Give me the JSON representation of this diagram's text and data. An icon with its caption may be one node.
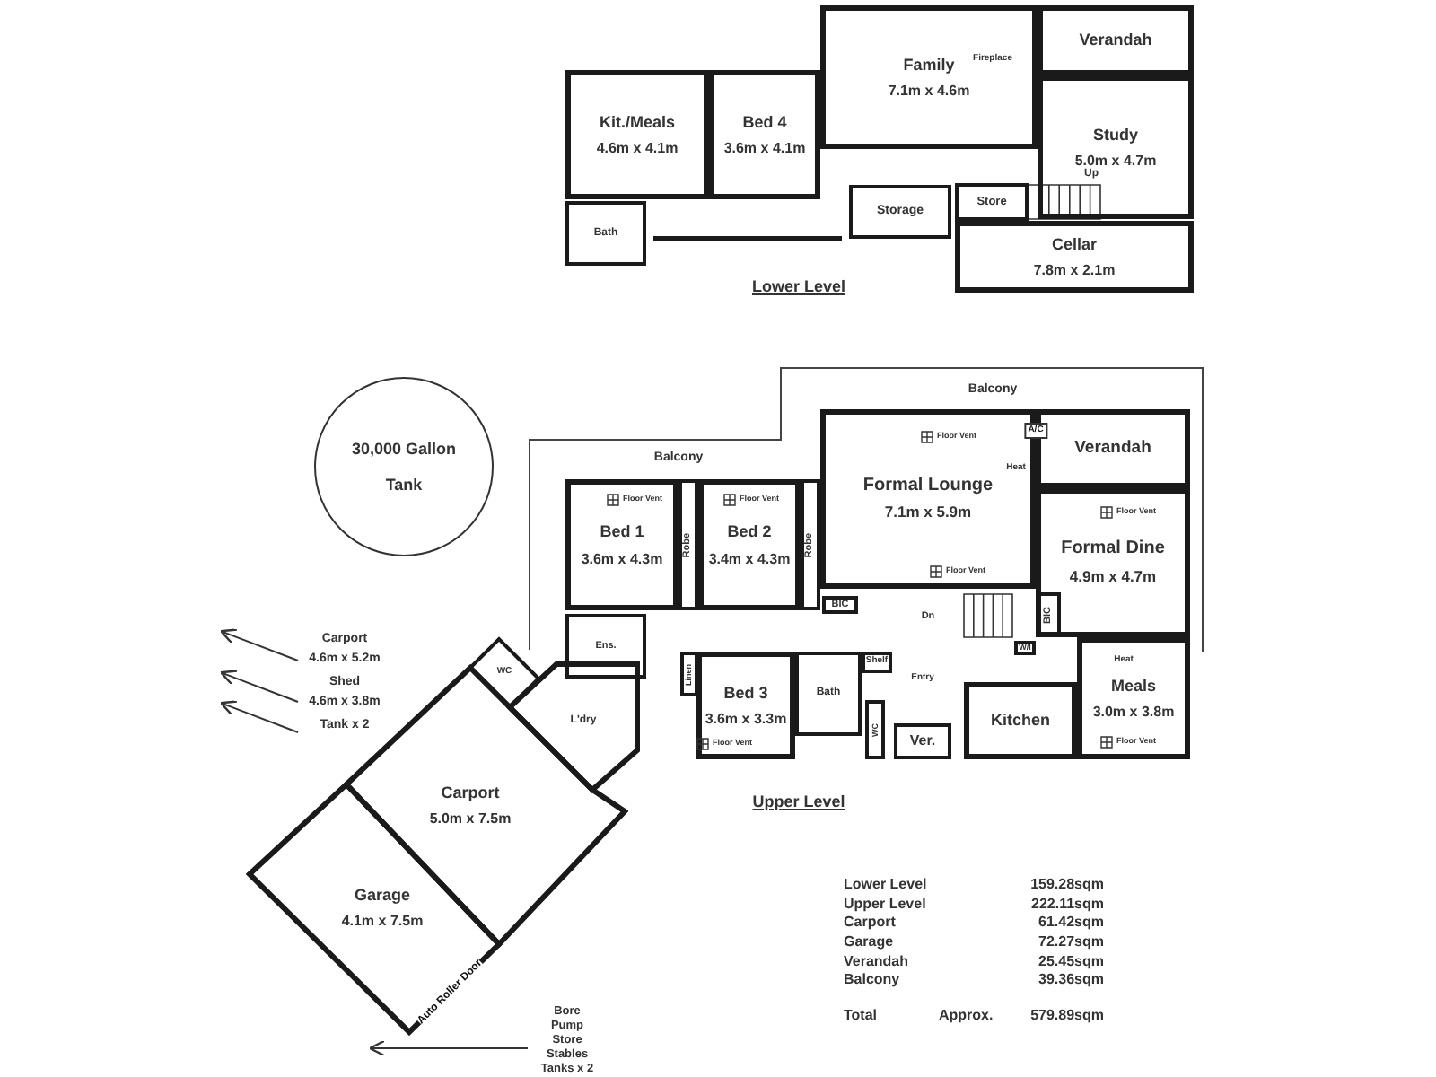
{
  "diagram": {
    "nodes": [
      {
        "text": [
          "Kit./Meals",
          "4.6m x 4.1m"
        ]
      },
      {
        "text": [
          "Bed 4",
          "3.6m x 4.1m"
        ]
      },
      {
        "text": [
          "Family",
          "7.1m x 4.6m"
        ]
      },
      {
        "text": [
          "Verandah"
        ]
      },
      {
        "text": [
          "Study",
          "5.0m x 4.7m"
        ]
      },
      {
        "text": [
          "Bath"
        ]
      },
      {
        "text": [
          "Storage"
        ]
      },
      {
        "text": [
          "Store"
        ]
      },
      {
        "text": [
          "Cellar",
          "7.8m x 2.1m"
        ]
      },
      {
        "text": [
          "Bed 1",
          "3.6m x 4.3m"
        ]
      },
      {
        "text": [
          "Robe"
        ]
      },
      {
        "text": [
          "Bed 2",
          "3.4m x 4.3m"
        ]
      },
      {
        "text": [
          "Robe"
        ]
      },
      {
        "text": [
          "Formal Lounge",
          "7.1m x 5.9m"
        ]
      },
      {
        "text": [
          "Verandah"
        ]
      },
      {
        "text": [
          "Formal Dine",
          "4.9m x 4.7m"
        ]
      },
      {
        "text": [
          "BIC"
        ]
      },
      {
        "text": [
          "BIC"
        ],
        "in": 15
      },
      {
        "text": [
          "W/I"
        ]
      },
      {
        "text": [
          "Ens."
        ]
      },
      {
        "text": [
          "Linen"
        ]
      },
      {
        "text": [
          "Bed 3",
          "3.6m x 3.3m"
        ]
      },
      {
        "text": [
          "Bath"
        ]
      },
      {
        "text": [
          "Shelf"
        ]
      },
      {
        "text": [
          "WC"
        ]
      },
      {
        "text": [
          "Ver."
        ]
      },
      {
        "text": [
          "Kitchen"
        ]
      },
      {
        "text": [
          "Meals",
          "3.0m x 3.8m"
        ]
      },
      {
        "text": [
          "WC"
        ]
      },
      {
        "text": [
          "L'dry"
        ]
      },
      {
        "text": [
          "Carport",
          "5.0m x 7.5m"
        ]
      },
      {
        "text": [
          "Garage",
          "4.1m x 7.5m"
        ]
      },
      {
        "text": [
          "30,000 Gallon",
          "Tank"
        ]
      }
    ],
    "labels": [
      "Fireplace",
      "Up",
      "Lower Level",
      "Balcony",
      "Balcony",
      "Floor Vent",
      "Floor Vent",
      "Floor Vent",
      "A/C",
      "Heat",
      "Floor Vent",
      "Floor Vent",
      "Dn",
      "Heat",
      "Entry",
      "Floor Vent",
      "Floor Vent",
      "Auto Roller Door",
      "Upper Level",
      "Carport",
      "4.6m x 5.2m",
      "Shed",
      "4.6m x 3.8m",
      "Tank x 2",
      "Bore",
      "Pump",
      "Store",
      "Stables",
      "Tanks x 2",
      "Lower Level",
      "159.28sqm",
      "Upper Level",
      "222.11sqm",
      "Carport",
      "61.42sqm",
      "Garage",
      "72.27sqm",
      "Verandah",
      "25.45sqm",
      "Balcony",
      "39.36sqm",
      "Total",
      "Approx.",
      "579.89sqm"
    ]
  }
}
